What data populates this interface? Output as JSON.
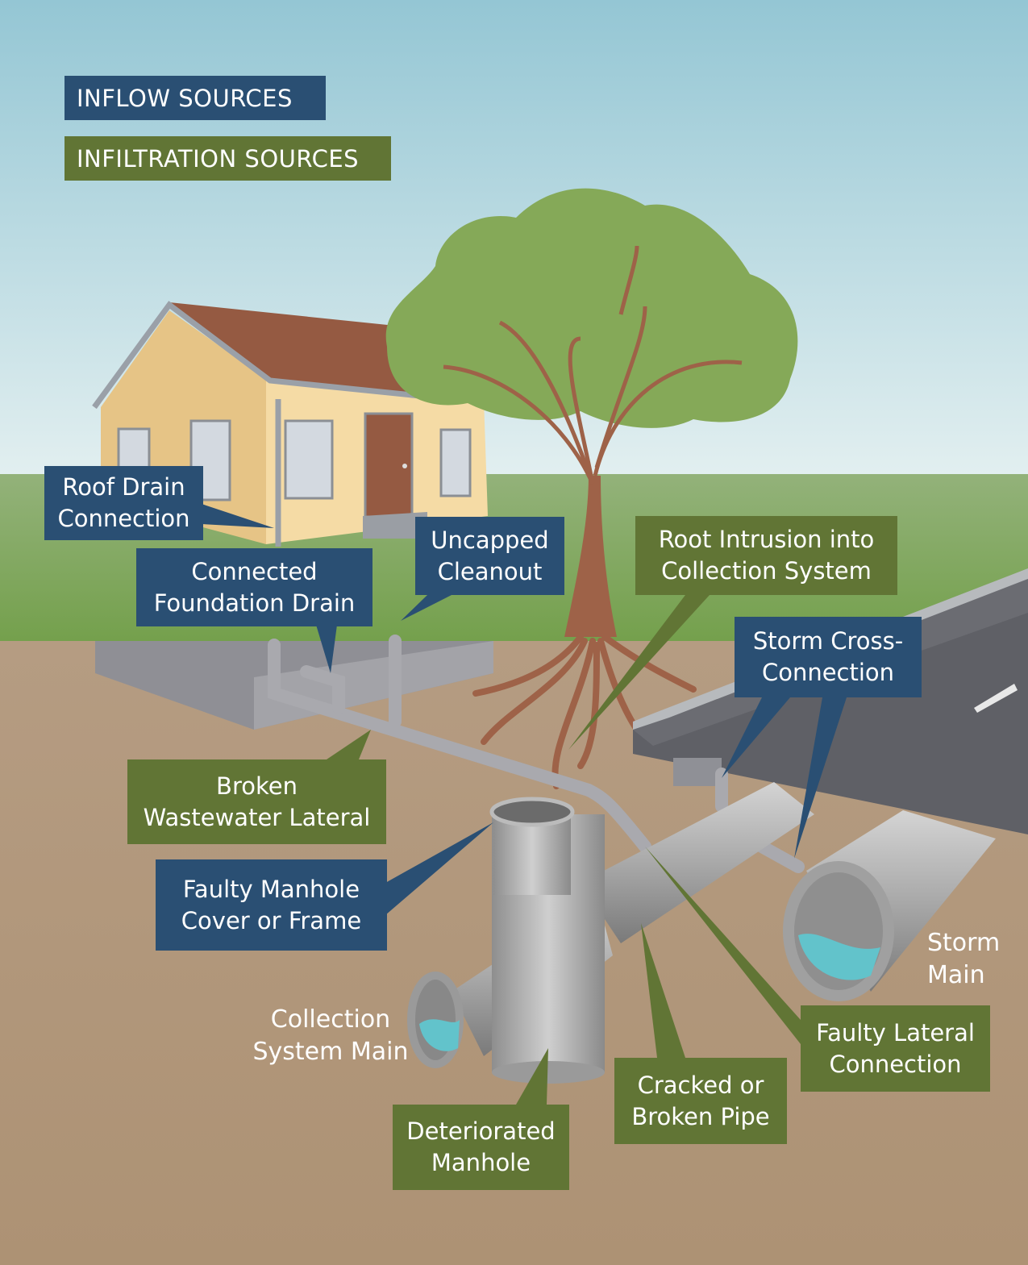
{
  "legend": {
    "inflow": "INFLOW SOURCES",
    "infiltration": "INFILTRATION SOURCES"
  },
  "colors": {
    "inflow": "#2a4f73",
    "infiltration": "#617535",
    "sky_top": "#94c6d4",
    "grass": "#7fa75a",
    "soil": "#b29a80"
  },
  "labels": {
    "roof_drain": [
      "Roof Drain",
      "Connection"
    ],
    "foundation_drain": [
      "Connected",
      "Foundation Drain"
    ],
    "uncapped_cleanout": [
      "Uncapped",
      "Cleanout"
    ],
    "root_intrusion": [
      "Root Intrusion into",
      "Collection System"
    ],
    "storm_cross": [
      "Storm Cross-",
      "Connection"
    ],
    "broken_lateral": [
      "Broken",
      "Wastewater Lateral"
    ],
    "faulty_manhole": [
      "Faulty Manhole",
      "Cover or Frame"
    ],
    "collection_main": [
      "Collection",
      "System Main"
    ],
    "storm_main": [
      "Storm",
      "Main"
    ],
    "deteriorated_manhole": [
      "Deteriorated",
      "Manhole"
    ],
    "cracked_pipe": [
      "Cracked or",
      "Broken Pipe"
    ],
    "faulty_lateral": [
      "Faulty Lateral",
      "Connection"
    ]
  }
}
